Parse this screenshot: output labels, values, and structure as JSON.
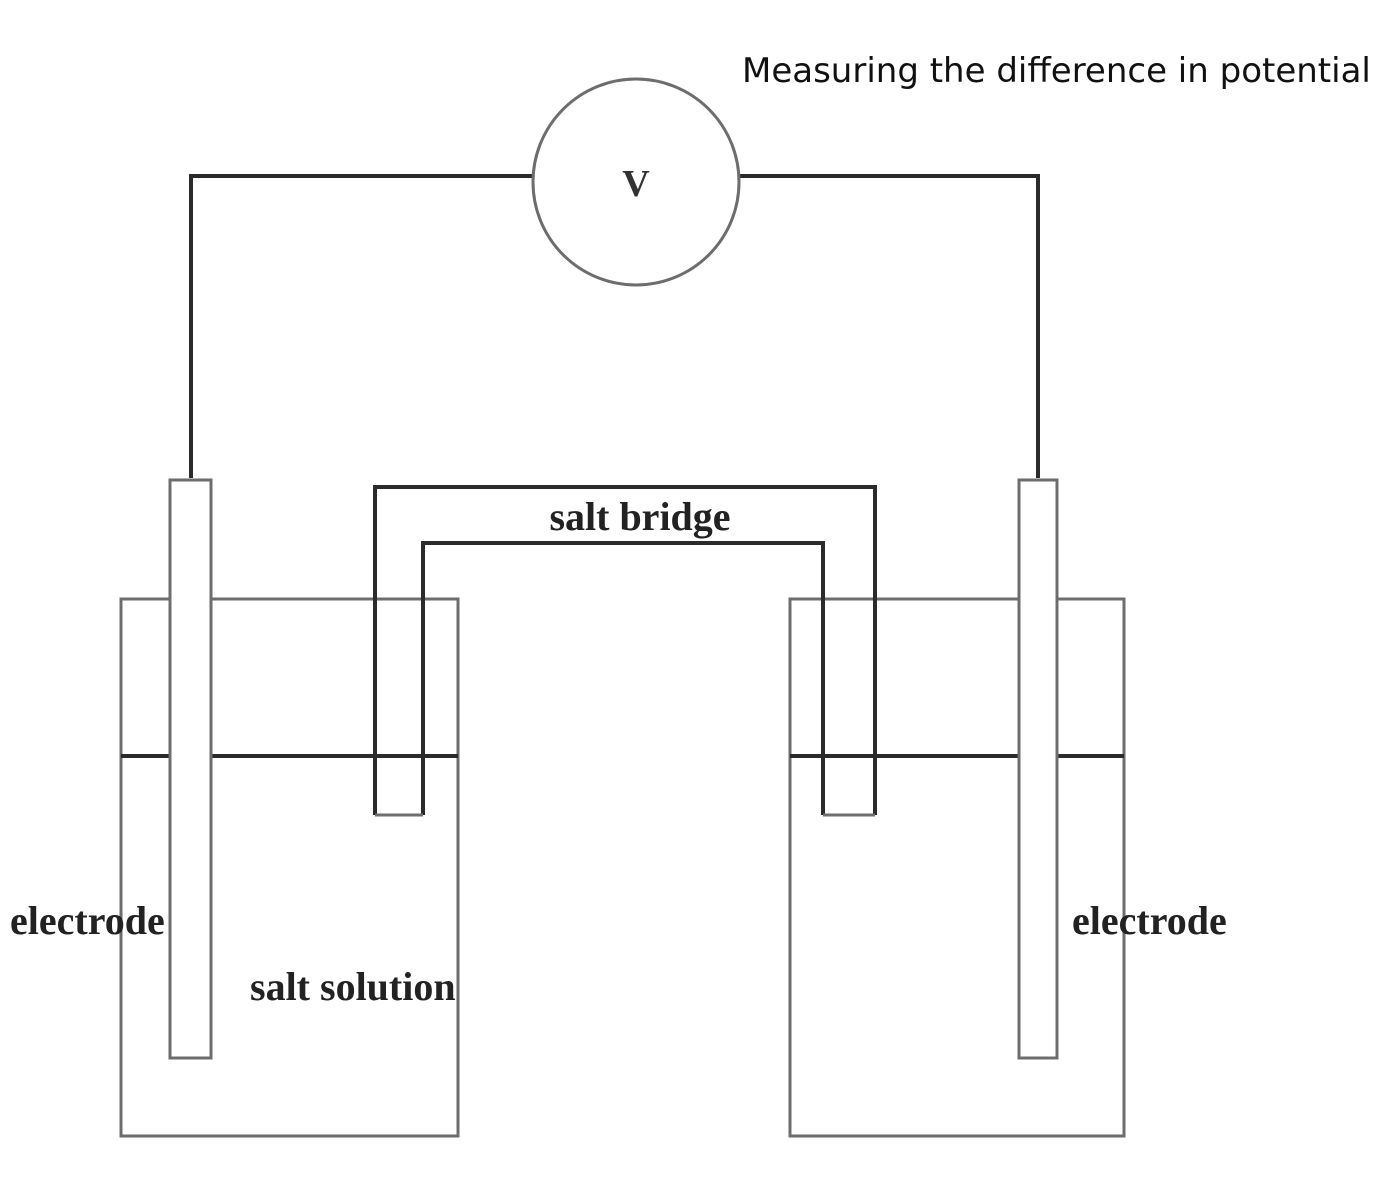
{
  "title": "Measuring the difference in potential",
  "voltmeter": {
    "label": "V"
  },
  "salt_bridge": {
    "label": "salt bridge"
  },
  "left_beaker": {
    "electrode_label": "electrode",
    "solution_label": "salt solution"
  },
  "right_beaker": {
    "electrode_label": "electrode"
  }
}
